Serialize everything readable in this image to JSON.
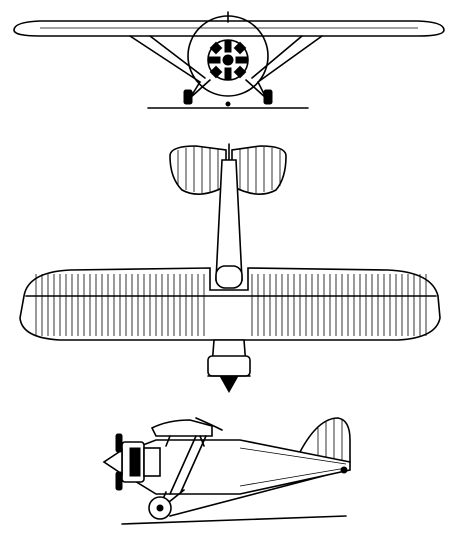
{
  "drawing": {
    "subject": "aircraft-three-view",
    "views": [
      "front",
      "top",
      "side"
    ],
    "line_color": "#000000",
    "background_color": "#ffffff"
  }
}
